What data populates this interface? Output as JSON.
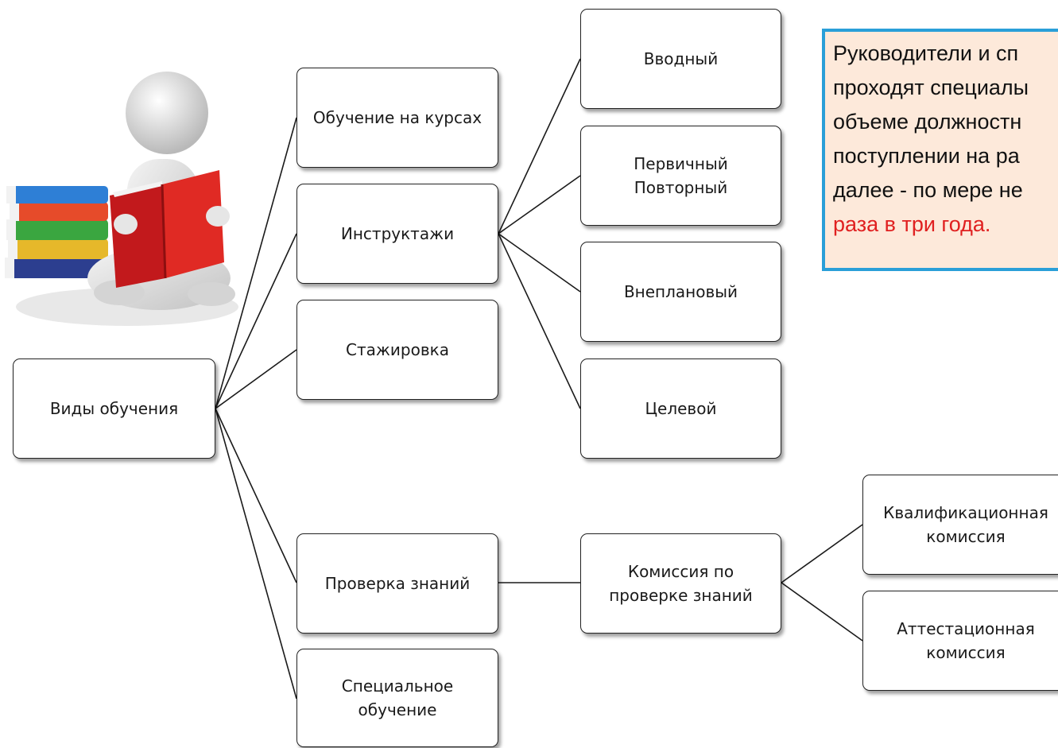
{
  "diagram": {
    "root": "Виды обучения",
    "level1": {
      "courses": "Обучение на курсах",
      "briefings": "Инструктажи",
      "internship": "Стажировка",
      "knowledge_check": "Проверка знаний",
      "special": "Специальное\nобучение"
    },
    "briefing_types": {
      "intro": "Вводный",
      "primary_repeat": "Первичный\nПовторный",
      "unscheduled": "Внеплановый",
      "targeted": "Целевой"
    },
    "commission": "Комиссия по\nпроверке знаний",
    "commission_types": {
      "qualification": "Квалификационная\nкомиссия",
      "attestation": "Аттестационная\nкомиссия"
    }
  },
  "note": {
    "line1": " Руководители и сп",
    "line2": "проходят специалы",
    "line3": "объеме должностн",
    "line4": "поступлении на ра",
    "line5": "далее - по мере не",
    "line6_red": "раза в три года."
  },
  "colors": {
    "note_background": "#fde9da",
    "note_border": "#2a9fd8",
    "note_highlight": "#e02020"
  },
  "illustration": "person-reading-book-with-stack-of-books"
}
